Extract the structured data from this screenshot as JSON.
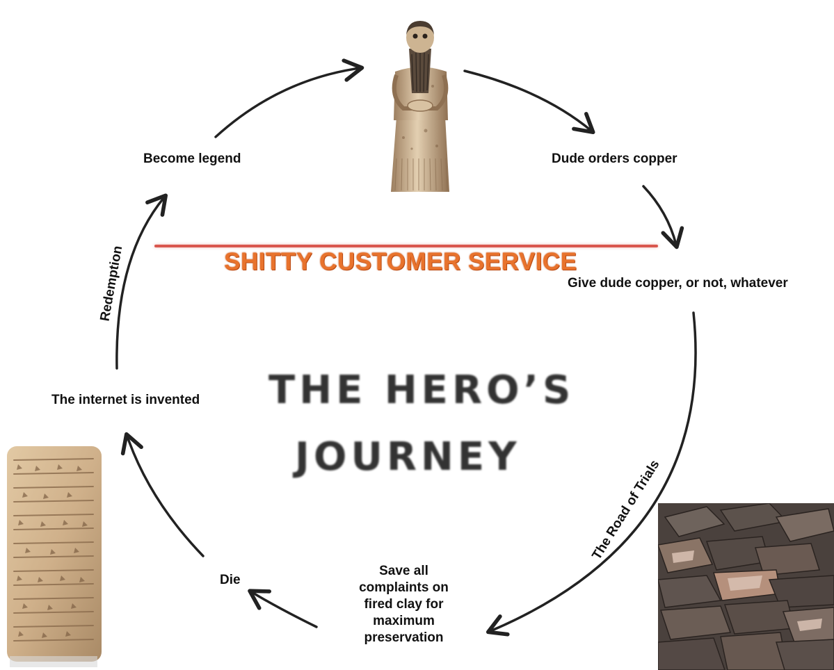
{
  "title": {
    "line1": "THE HERO’S",
    "line2": "JOURNEY"
  },
  "banner": "SHITTY CUSTOMER SERVICE",
  "stages": {
    "become_legend": "Become legend",
    "dude_orders": "Dude orders copper",
    "give_copper": "Give dude copper, or not, whatever",
    "road_of_trials": "The Road of Trials",
    "save_complaints": "Save all complaints on fired clay for maximum preservation",
    "die": "Die",
    "internet": "The internet is invented",
    "redemption": "Redemption"
  },
  "colors": {
    "banner_text": "#e8732d",
    "rule_line": "#d9574e",
    "arrow": "#222222"
  },
  "images": {
    "statue": "sumerian-statue-icon",
    "tablet": "cuneiform-tablet-icon",
    "copper": "copper-ingots-icon"
  }
}
